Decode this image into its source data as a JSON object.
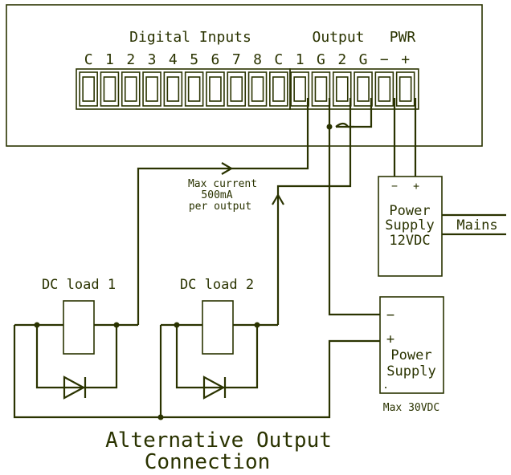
{
  "diagram": {
    "header_left": "Digital Inputs",
    "header_mid": "Output",
    "header_right": "PWR",
    "pins": [
      "C",
      "1",
      "2",
      "3",
      "4",
      "5",
      "6",
      "7",
      "8",
      "C",
      "1",
      "G",
      "2",
      "G",
      "−",
      "+"
    ],
    "note_line1": "Max current",
    "note_line2": "500mA",
    "note_line3": "per output",
    "load1": "DC load 1",
    "load2": "DC load 2",
    "psu12": {
      "minus": "−",
      "plus": "+",
      "line1": "Power",
      "line2": "Supply",
      "line3": "12VDC"
    },
    "mains": "Mains",
    "psu30": {
      "minus": "−",
      "plus": "+",
      "line1": "Power",
      "line2": "Supply",
      "dot": "."
    },
    "max30": "Max 30VDC",
    "footer1": "Alternative Output",
    "footer2": "Connection"
  }
}
